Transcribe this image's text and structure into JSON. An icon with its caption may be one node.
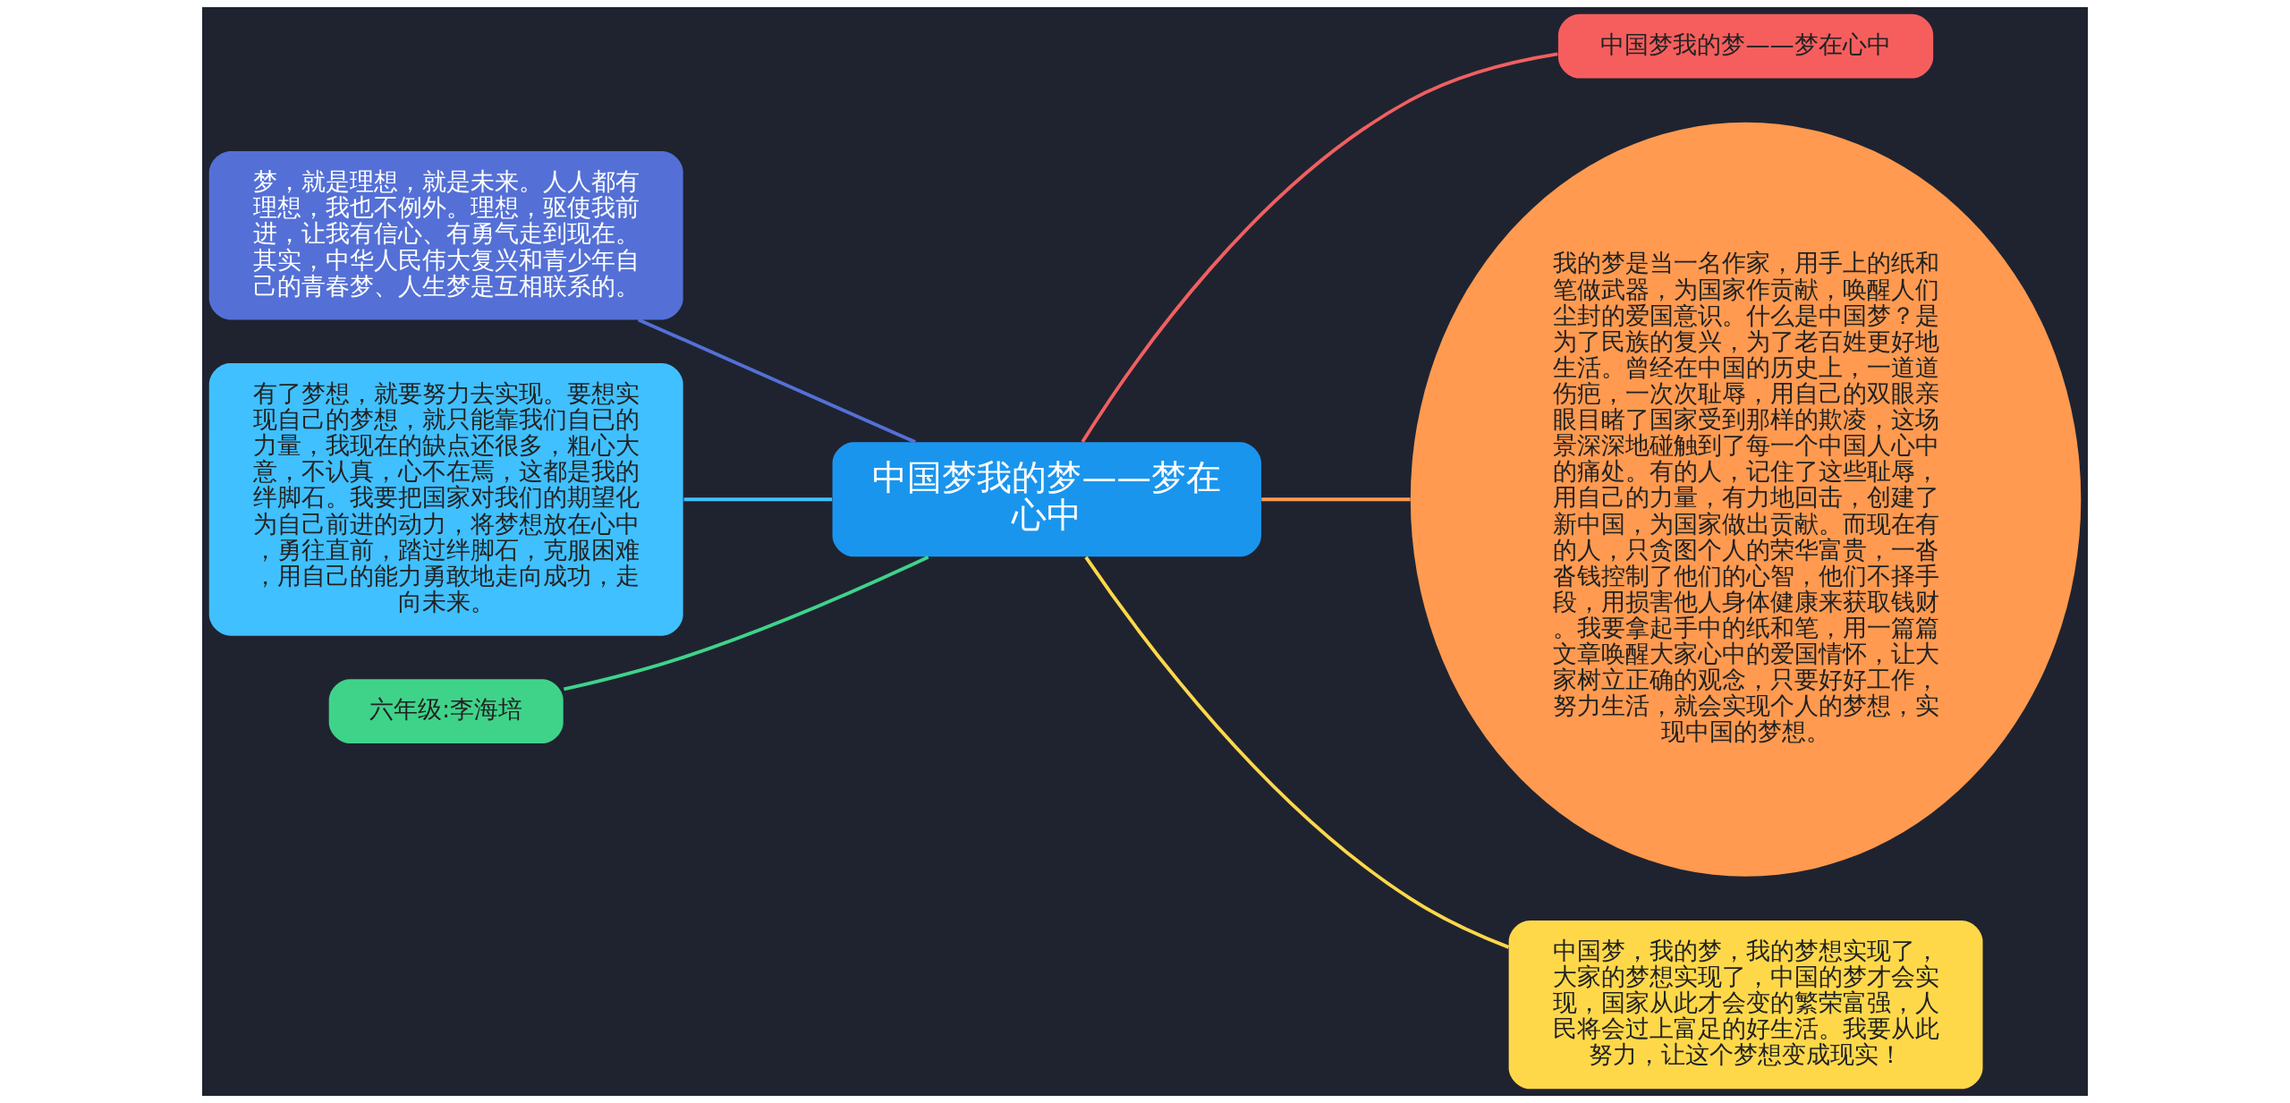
{
  "diagram": {
    "nodes": [
      {
        "text": [
          "中国梦我的梦——梦在心中"
        ]
      },
      {
        "text": [
          "中国梦我的梦——梦在心中"
        ]
      },
      {
        "text": [
          "梦，就是理想，就是未来。人人都有理想，我也不例外。理想，驱使我前进，让我有信心、有勇气走到现在。其实，中华人民伟大复兴和青少年自己的青春梦、人生梦是互相联系的。"
        ]
      },
      {
        "text": [
          "我的梦是当一名作家，用手上的纸和笔做武器，为国家作贡献，唤醒人们尘封的爱国意识。什么是中国梦？是为了民族的复兴，为了老百姓更好地生活。曾经在中国的历史上，一道道伤疤，一次次耻辱，用自己的双眼亲眼目睹了国家受到那样的欺凌，这场景深深地碰触到了每一个中国人心中的痛处。有的人，记住了这些耻辱，用自己的力量，有力地回击，创建了新中国，为国家做出贡献。而现在有的人，只贪图个人的荣华富贵，一沓沓钱控制了他们的心智，他们不择手段，用损害他人身体健康来获取钱财。我要拿起手中的纸和笔，用一篇篇文章唤醒大家心中的爱国情怀，让大家树立正确的观念，只要好好工作，努力生活，就会实现个人的梦想，实现中国的梦想。"
        ]
      },
      {
        "text": [
          "有了梦想，就要努力去实现。要想实现自己的梦想，就只能靠我们自已的力量，我现在的缺点还很多，粗心大意，不认真，心不在焉，这都是我的绊脚石。我要把国家对我们的期望化为自己前进的动力，将梦想放在心中，勇往直前，踏过绊脚石，克服困难，用自己的能力勇敢地走向成功，走向未来。"
        ]
      },
      {
        "text": [
          "六年级:李海培"
        ]
      },
      {
        "text": [
          "中国梦，我的梦，我的梦想实现了，大家的梦想实现了，中国的梦才会实现，国家从此才会变的繁荣富强，人民将会过上富足的好生活。我要从此努力，让这个梦想变成现实！"
        ]
      }
    ],
    "edges": [
      {
        "from": 0,
        "to": 1,
        "arrow": "none",
        "color": "#f06060"
      },
      {
        "from": 0,
        "to": 2,
        "arrow": "none",
        "color": "#5470d6"
      },
      {
        "from": 0,
        "to": 3,
        "arrow": "none",
        "color": "#ff9a50"
      },
      {
        "from": 0,
        "to": 4,
        "arrow": "none",
        "color": "#40c0ff"
      },
      {
        "from": 0,
        "to": 5,
        "arrow": "none",
        "color": "#3fd38a"
      },
      {
        "from": 0,
        "to": 6,
        "arrow": "none",
        "color": "#ffd84a"
      }
    ]
  }
}
